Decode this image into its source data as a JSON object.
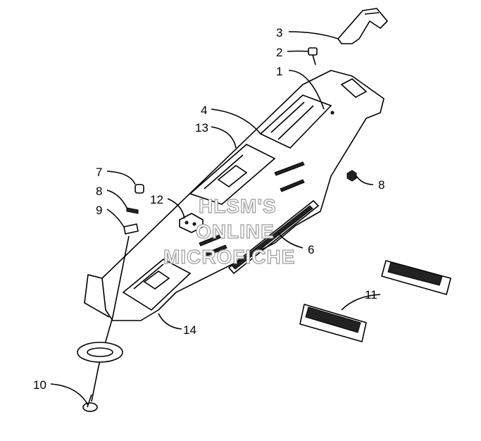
{
  "callouts": {
    "c1": "1",
    "c2": "2",
    "c3": "3",
    "c4": "4",
    "c6": "6",
    "c7": "7",
    "c8a": "8",
    "c8b": "8",
    "c9": "9",
    "c10": "10",
    "c11": "11",
    "c12": "12",
    "c13": "13",
    "c14": "14"
  },
  "watermark": {
    "line1": "HLSM'S",
    "line2": "ONLINE",
    "line3": "MICROFICHE"
  },
  "colors": {
    "ink": "#000000",
    "watermark": "#9a9a9a",
    "background": "#ffffff"
  }
}
